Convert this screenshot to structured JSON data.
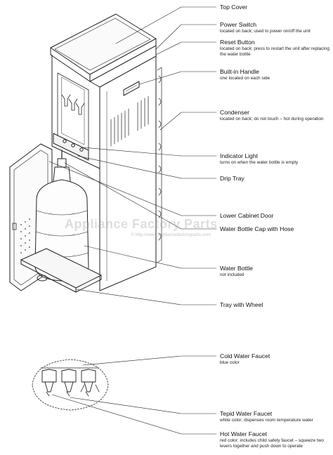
{
  "labels": [
    {
      "id": "top-cover",
      "title": "Top Cover",
      "sub": ""
    },
    {
      "id": "power-switch",
      "title": "Power Switch",
      "sub": "located on back; used to power on/off the unit"
    },
    {
      "id": "reset-button",
      "title": "Reset Button",
      "sub": "located on back; press to restart the unit after replacing the water bottle"
    },
    {
      "id": "built-in-handle",
      "title": "Built-in Handle",
      "sub": "one located on each side"
    },
    {
      "id": "condenser",
      "title": "Condenser",
      "sub": "located on back; do not touch – hot during operation"
    },
    {
      "id": "indicator-light",
      "title": "Indicator Light",
      "sub": "turns on when the water bottle is empty"
    },
    {
      "id": "drip-tray",
      "title": "Drip Tray",
      "sub": ""
    },
    {
      "id": "lower-cabinet-door",
      "title": "Lower Cabinet Door",
      "sub": ""
    },
    {
      "id": "water-bottle-cap",
      "title": "Water Bottle Cap with Hose",
      "sub": ""
    },
    {
      "id": "water-bottle",
      "title": "Water Bottle",
      "sub": "not included"
    },
    {
      "id": "tray-with-wheel",
      "title": "Tray with Wheel",
      "sub": ""
    },
    {
      "id": "cold-faucet",
      "title": "Cold Water Faucet",
      "sub": "blue color"
    },
    {
      "id": "tepid-faucet",
      "title": "Tepid Water Faucet",
      "sub": "white color; dispenses room temperature water"
    },
    {
      "id": "hot-faucet",
      "title": "Hot Water Faucet",
      "sub": "red color; includes child safety faucet – squeeze two levers together and push down to operate"
    }
  ],
  "watermark": {
    "main": "Appliance Factory Parts",
    "url": "© http://www.appliancefactoryparts.com"
  },
  "colors": {
    "line": "#222222",
    "background": "#ffffff"
  }
}
